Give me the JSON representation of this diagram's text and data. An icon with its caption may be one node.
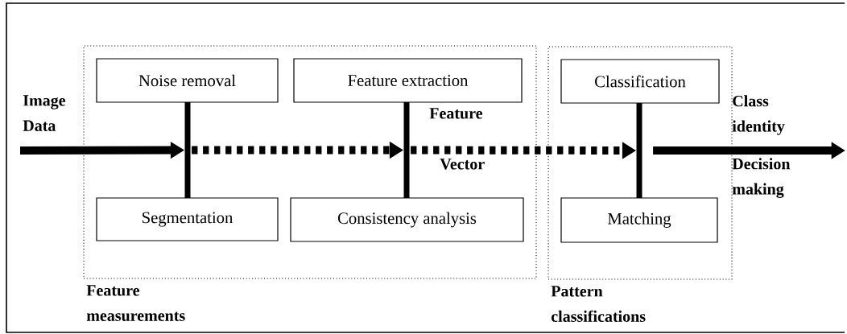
{
  "diagram": {
    "nodes": [
      {
        "text": [
          "Feature measurements"
        ]
      },
      {
        "text": [
          "Noise removal"
        ],
        "in": 0
      },
      {
        "text": [
          "Feature extraction"
        ],
        "in": 0
      },
      {
        "text": [
          "Segmentation"
        ],
        "in": 0
      },
      {
        "text": [
          "Consistency analysis"
        ],
        "in": 0
      },
      {
        "text": [
          "Pattern classifications"
        ]
      },
      {
        "text": [
          "Classification"
        ],
        "in": 5
      },
      {
        "text": [
          "Matching"
        ],
        "in": 5
      },
      {
        "text": [],
        "shape": "bar",
        "in": 0
      },
      {
        "text": [],
        "shape": "bar",
        "in": 0
      },
      {
        "text": [],
        "shape": "bar",
        "in": 5
      }
    ],
    "edges": [
      {
        "from": null,
        "to": 8,
        "arrow": "to"
      },
      {
        "from": 8,
        "to": 9,
        "arrow": "to",
        "style": "dashed"
      },
      {
        "from": 9,
        "to": 10,
        "arrow": "to",
        "style": "dashed"
      },
      {
        "from": 10,
        "to": null,
        "arrow": "to"
      }
    ],
    "labels": [
      "Image Data",
      "Feature",
      "Vector",
      "Class identity",
      "Decision making"
    ]
  }
}
